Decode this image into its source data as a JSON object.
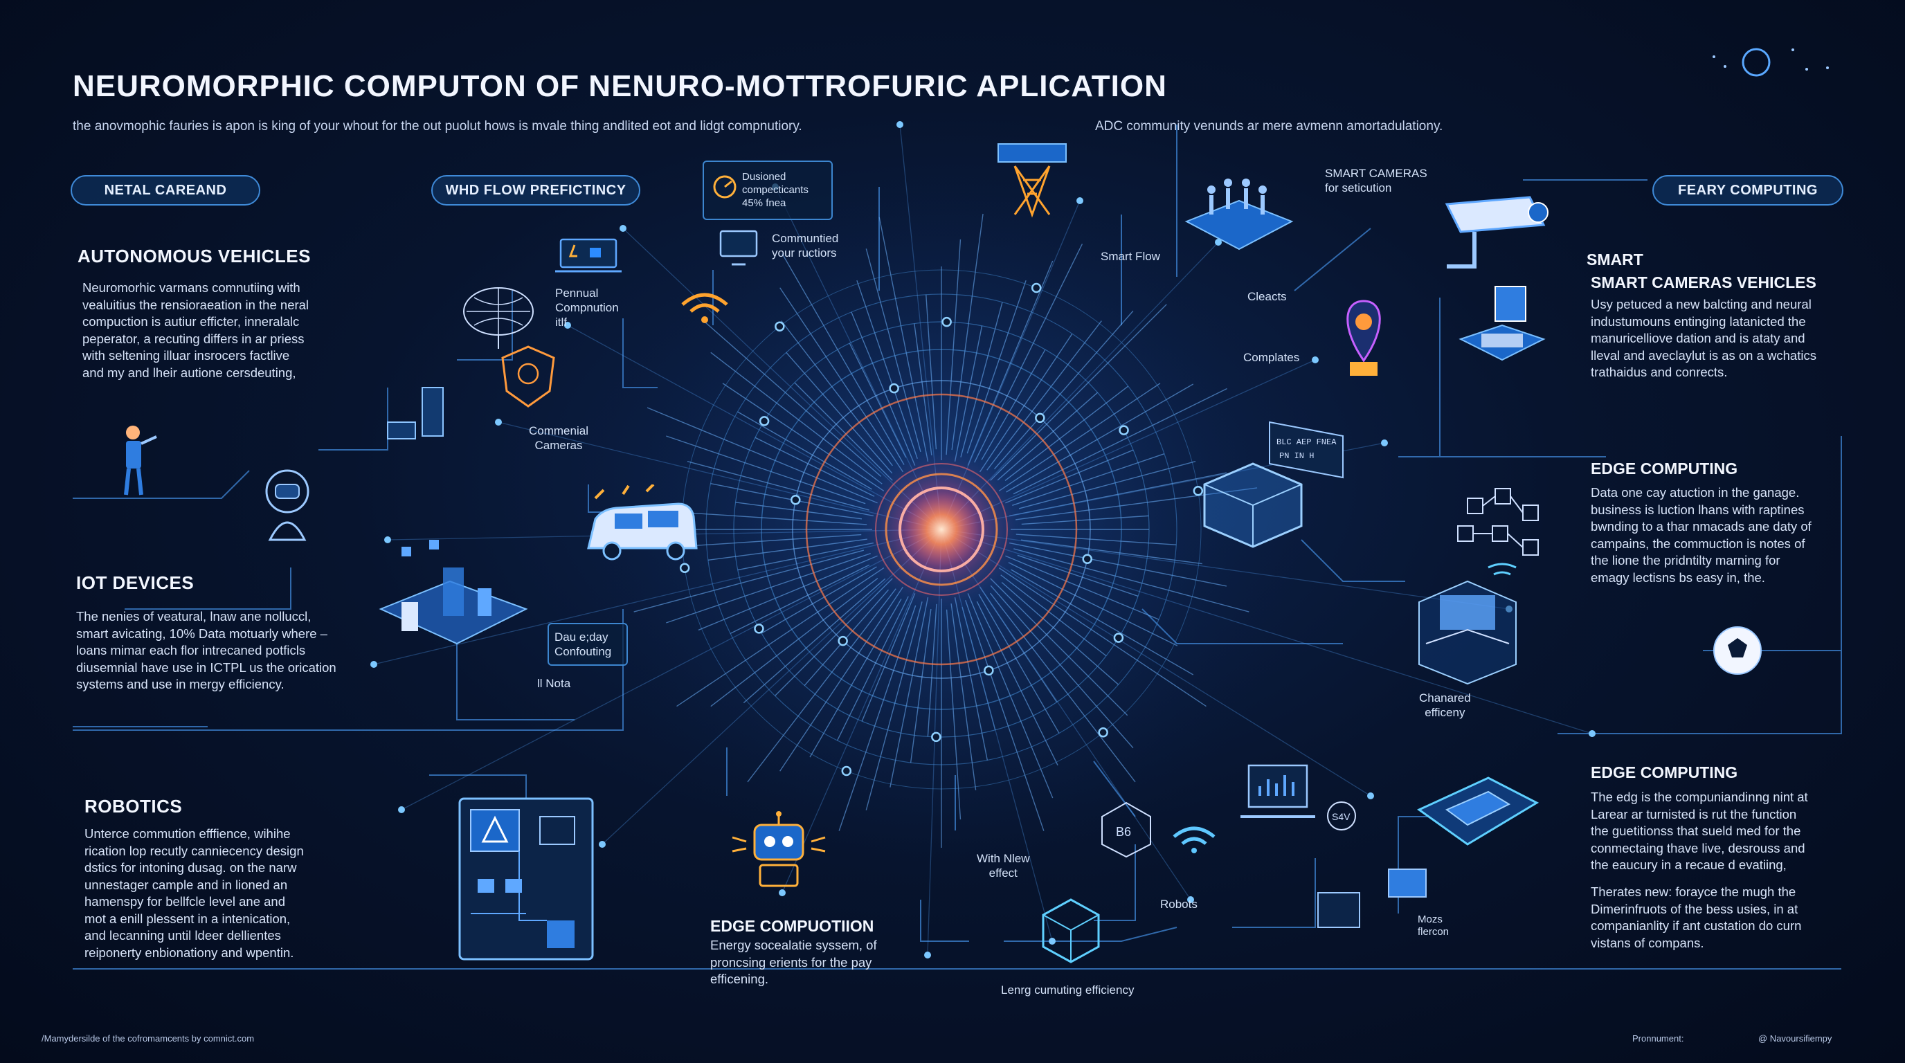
{
  "title": "NEUROMORPHIC COMPUTON OF NENURO-MOTTROFURIC APLICATION",
  "subtitle_left": "the anovmophic fauries is apon is king of your  whout  for  the out puolut hows is mvale thing andlited eot and lidgt compnutiory.",
  "subtitle_right": "ADC community venunds ar mere avmenn amortadulationy.",
  "pills": [
    "NETAL CAREAND",
    "WHD FLOW PREFICTINCY",
    "FEARY COMPUTING"
  ],
  "sections": {
    "autonomous": {
      "heading": "AUTONOMOUS VEHICLES",
      "lines": [
        "Neuromorhic varmans comnutiing with",
        "vealuitius the rensioraeation in the neral",
        "compuction is autiur efficter, inneralalc",
        "peperator, a recuting differs in ar priess",
        "with seltening illuar insrocers factlive",
        "and my and lheir autione cersdeuting,"
      ]
    },
    "iot": {
      "heading": "IOT DEVICES",
      "lines": [
        "The nenies of veatural, lnaw ane nolluccl,",
        "smart avicating, 10% Data motuarly where –",
        "loans  mimar each flor intrecaned potficls",
        "diusemnial  have use in ICTPL us the orication",
        "systems and use in mergy efficiency."
      ]
    },
    "robotics": {
      "heading": "ROBOTICS",
      "lines": [
        "Unterce commution efffience, wihihe",
        "rication lop recutly canniecency design",
        "dstics for intoning dusag. on the narw",
        "unnestager cample and in lioned an",
        "hamenspy for bellfcle  level ane and",
        "mot  a enill plessent in a intenication,",
        "and lecanning until ldeer dellientes",
        "reiponerty enbionationy and wpentin."
      ]
    },
    "edge_bottom": {
      "heading": "EDGE COMPUOTIION",
      "lines": [
        "Energy socealatie syssem, of",
        "proncsing erients for the pay",
        "efficening."
      ]
    },
    "smart": {
      "heading_small": "SMART",
      "heading": "SMART CAMERAS VEHICLES",
      "lines": [
        "Usy petuced a new balcting and neural",
        "industumouns entinging latanicted the",
        "manuricelliove dation and is ataty and",
        "lleval and aveclaylut is as on a wchatics",
        "trathaidus and conrects."
      ]
    },
    "edge1": {
      "heading": "EDGE COMPUTING",
      "lines": [
        "Data one cay atuction in the ganage.",
        "business is luction lhans with raptines",
        "bwnding to a thar nmacads ane daty of",
        "campains, the commuction is notes of",
        "the lione the pridntilty marning for",
        "emagy lectisns bs easy in, the."
      ]
    },
    "edge2": {
      "heading": "EDGE COMPUTING",
      "lines": [
        "The edg is the compuniandinng nint at",
        "Larear ar turnisted is rut the function",
        "the guetitionss that sueld med for the",
        "conmectaing thave live, desrouss and",
        "the eaucury in a recaue d evatiing,"
      ],
      "lines2": [
        "Therates new: forayce the mugh the",
        "Dimerinfruots of the bess usies, in at",
        "companianlity if ant custation do curn",
        "vistans of compans."
      ]
    }
  },
  "labels": {
    "dusioned": [
      "Dusioned",
      "compecticants",
      "45% fnea"
    ],
    "communtied": [
      "Communtied",
      "your ructiors"
    ],
    "pennual": [
      "Pennual",
      "Compnution",
      "itlf"
    ],
    "commercial": [
      "Commenial",
      "Cameras"
    ],
    "dau": [
      "Dau e;day",
      "Confouting"
    ],
    "il_nota": "ll Nota",
    "smart_cameras": [
      "SMART CAMERAS",
      "for seticution"
    ],
    "smart_flow": "Smart Flow",
    "cleacts": "Cleacts",
    "complates": "Complates",
    "chanared": [
      "Chanared",
      "efficeny"
    ],
    "with_new": [
      "With Nlew",
      "effect"
    ],
    "robots": "Robots",
    "leng": "Lenrg cumuting efficiency",
    "mozs": [
      "Mozs",
      "flercon"
    ],
    "b6": "B6",
    "s4v": "S4V",
    "sign_text": [
      "BLC AEP FNEA",
      "PN  IN  H"
    ],
    "footer_left": "/Mamydersilde of the cofromamcents by comnict.com",
    "footer_mid": "Pronnument:",
    "footer_right": "@ Navoursifiempy"
  },
  "colors": {
    "accent": "#3f8ad8",
    "core_orange": "#ff9a3c",
    "core_pink": "#ff4f8a",
    "line": "#4a9ae8"
  },
  "icons": [
    "wifi-icon",
    "robot-icon",
    "warning-icon",
    "camera-icon",
    "soccer-ball-icon",
    "brain-icon",
    "vehicle-icon",
    "laptop-icon",
    "chip-icon",
    "cube-icon"
  ]
}
